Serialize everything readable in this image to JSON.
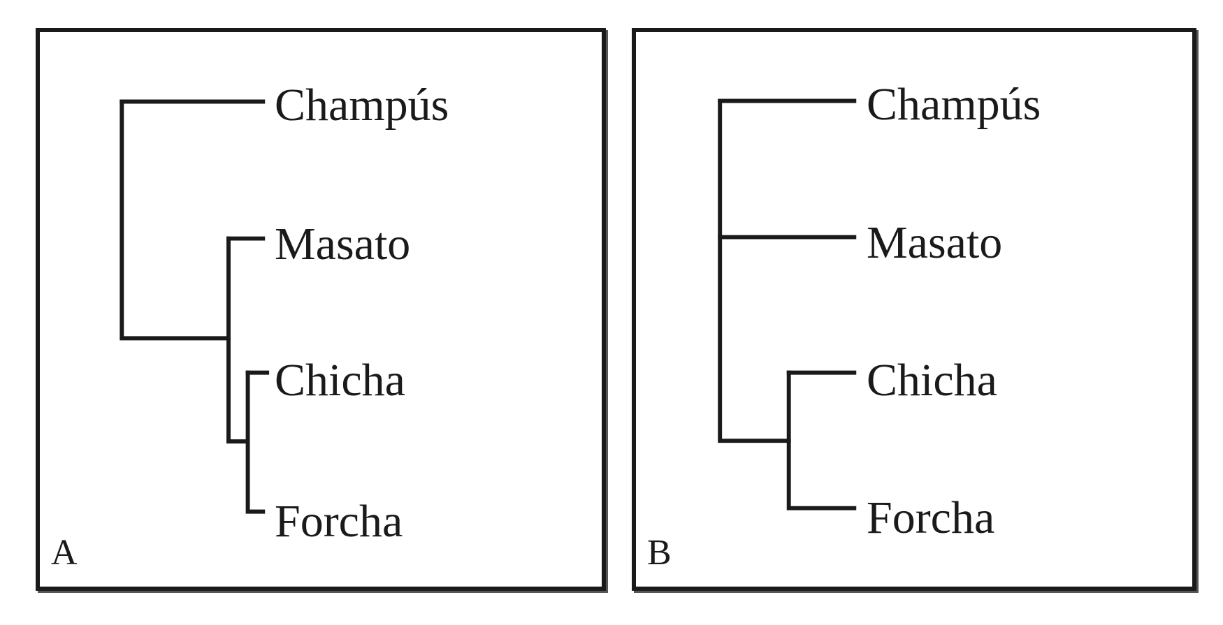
{
  "panels": [
    {
      "letter": "A",
      "taxa": [
        "Champús",
        "Masato",
        "Chicha",
        "Forcha"
      ]
    },
    {
      "letter": "B",
      "taxa": [
        "Champús",
        "Masato",
        "Chicha",
        "Forcha"
      ]
    }
  ]
}
